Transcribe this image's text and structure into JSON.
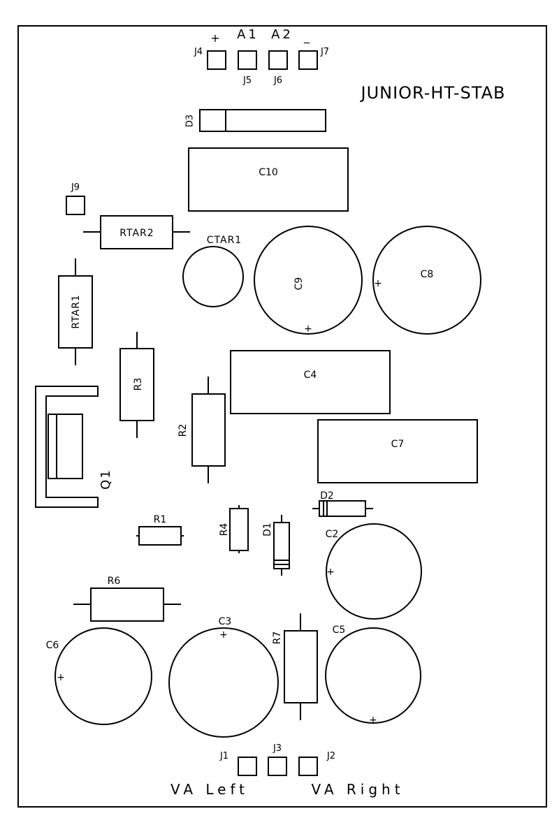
{
  "board": {
    "title": "JUNIOR-HT-STAB",
    "top_labels": {
      "plus": "+",
      "a1": "A1",
      "a2": "A2",
      "minus": "_"
    },
    "bottom_labels": {
      "va_left": "VA Left",
      "va_right": "VA Right"
    }
  },
  "connectors": {
    "J4": "J4",
    "J5": "J5",
    "J6": "J6",
    "J7": "J7",
    "J9": "J9",
    "J1": "J1",
    "J3": "J3",
    "J2": "J2"
  },
  "diodes": {
    "D1": "D1",
    "D2": "D2",
    "D3": "D3"
  },
  "film_capacitors": {
    "C10": "C10",
    "C4": "C4",
    "C7": "C7"
  },
  "electrolytic_capacitors": {
    "CTAR1": "CTAR1",
    "C9": "C9",
    "C8": "C8",
    "C2": "C2",
    "C6": "C6",
    "C3": "C3",
    "C5": "C5",
    "polarity_mark": "+"
  },
  "resistors": {
    "RTAR2": "RTAR2",
    "RTAR1": "RTAR1",
    "R3": "R3",
    "R2": "R2",
    "R1": "R1",
    "R4": "R4",
    "R6": "R6",
    "R7": "R7"
  },
  "transistors": {
    "Q1": "Q1"
  }
}
